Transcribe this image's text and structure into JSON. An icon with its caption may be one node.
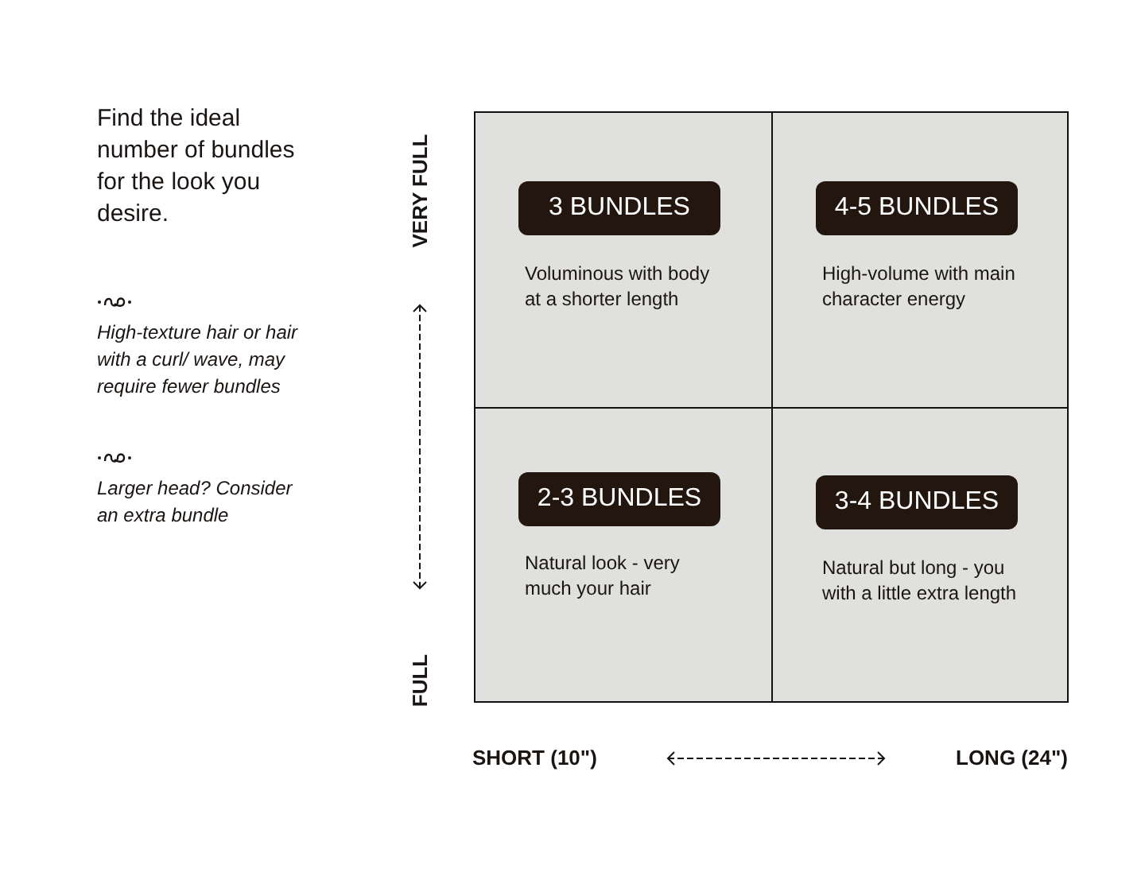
{
  "diagram": {
    "nodes": [
      {
        "text": [
          "3 BUNDLES",
          "Voluminous with body at a shorter length"
        ]
      },
      {
        "text": [
          "4-5 BUNDLES",
          "High-volume with main character energy"
        ]
      },
      {
        "text": [
          "2-3 BUNDLES",
          "Natural look - very much your hair"
        ]
      },
      {
        "text": [
          "3-4 BUNDLES",
          "Natural but long - you with a little extra length"
        ]
      }
    ],
    "edges": [],
    "labels": [
      "Find the ideal number of bundles for the look you desire.",
      "High-texture hair or hair with a curl/ wave, may require fewer bundles",
      "Larger head? Consider an extra bundle",
      "VERY FULL",
      "FULL",
      "SHORT (10\")",
      "LONG (24\")"
    ]
  }
}
